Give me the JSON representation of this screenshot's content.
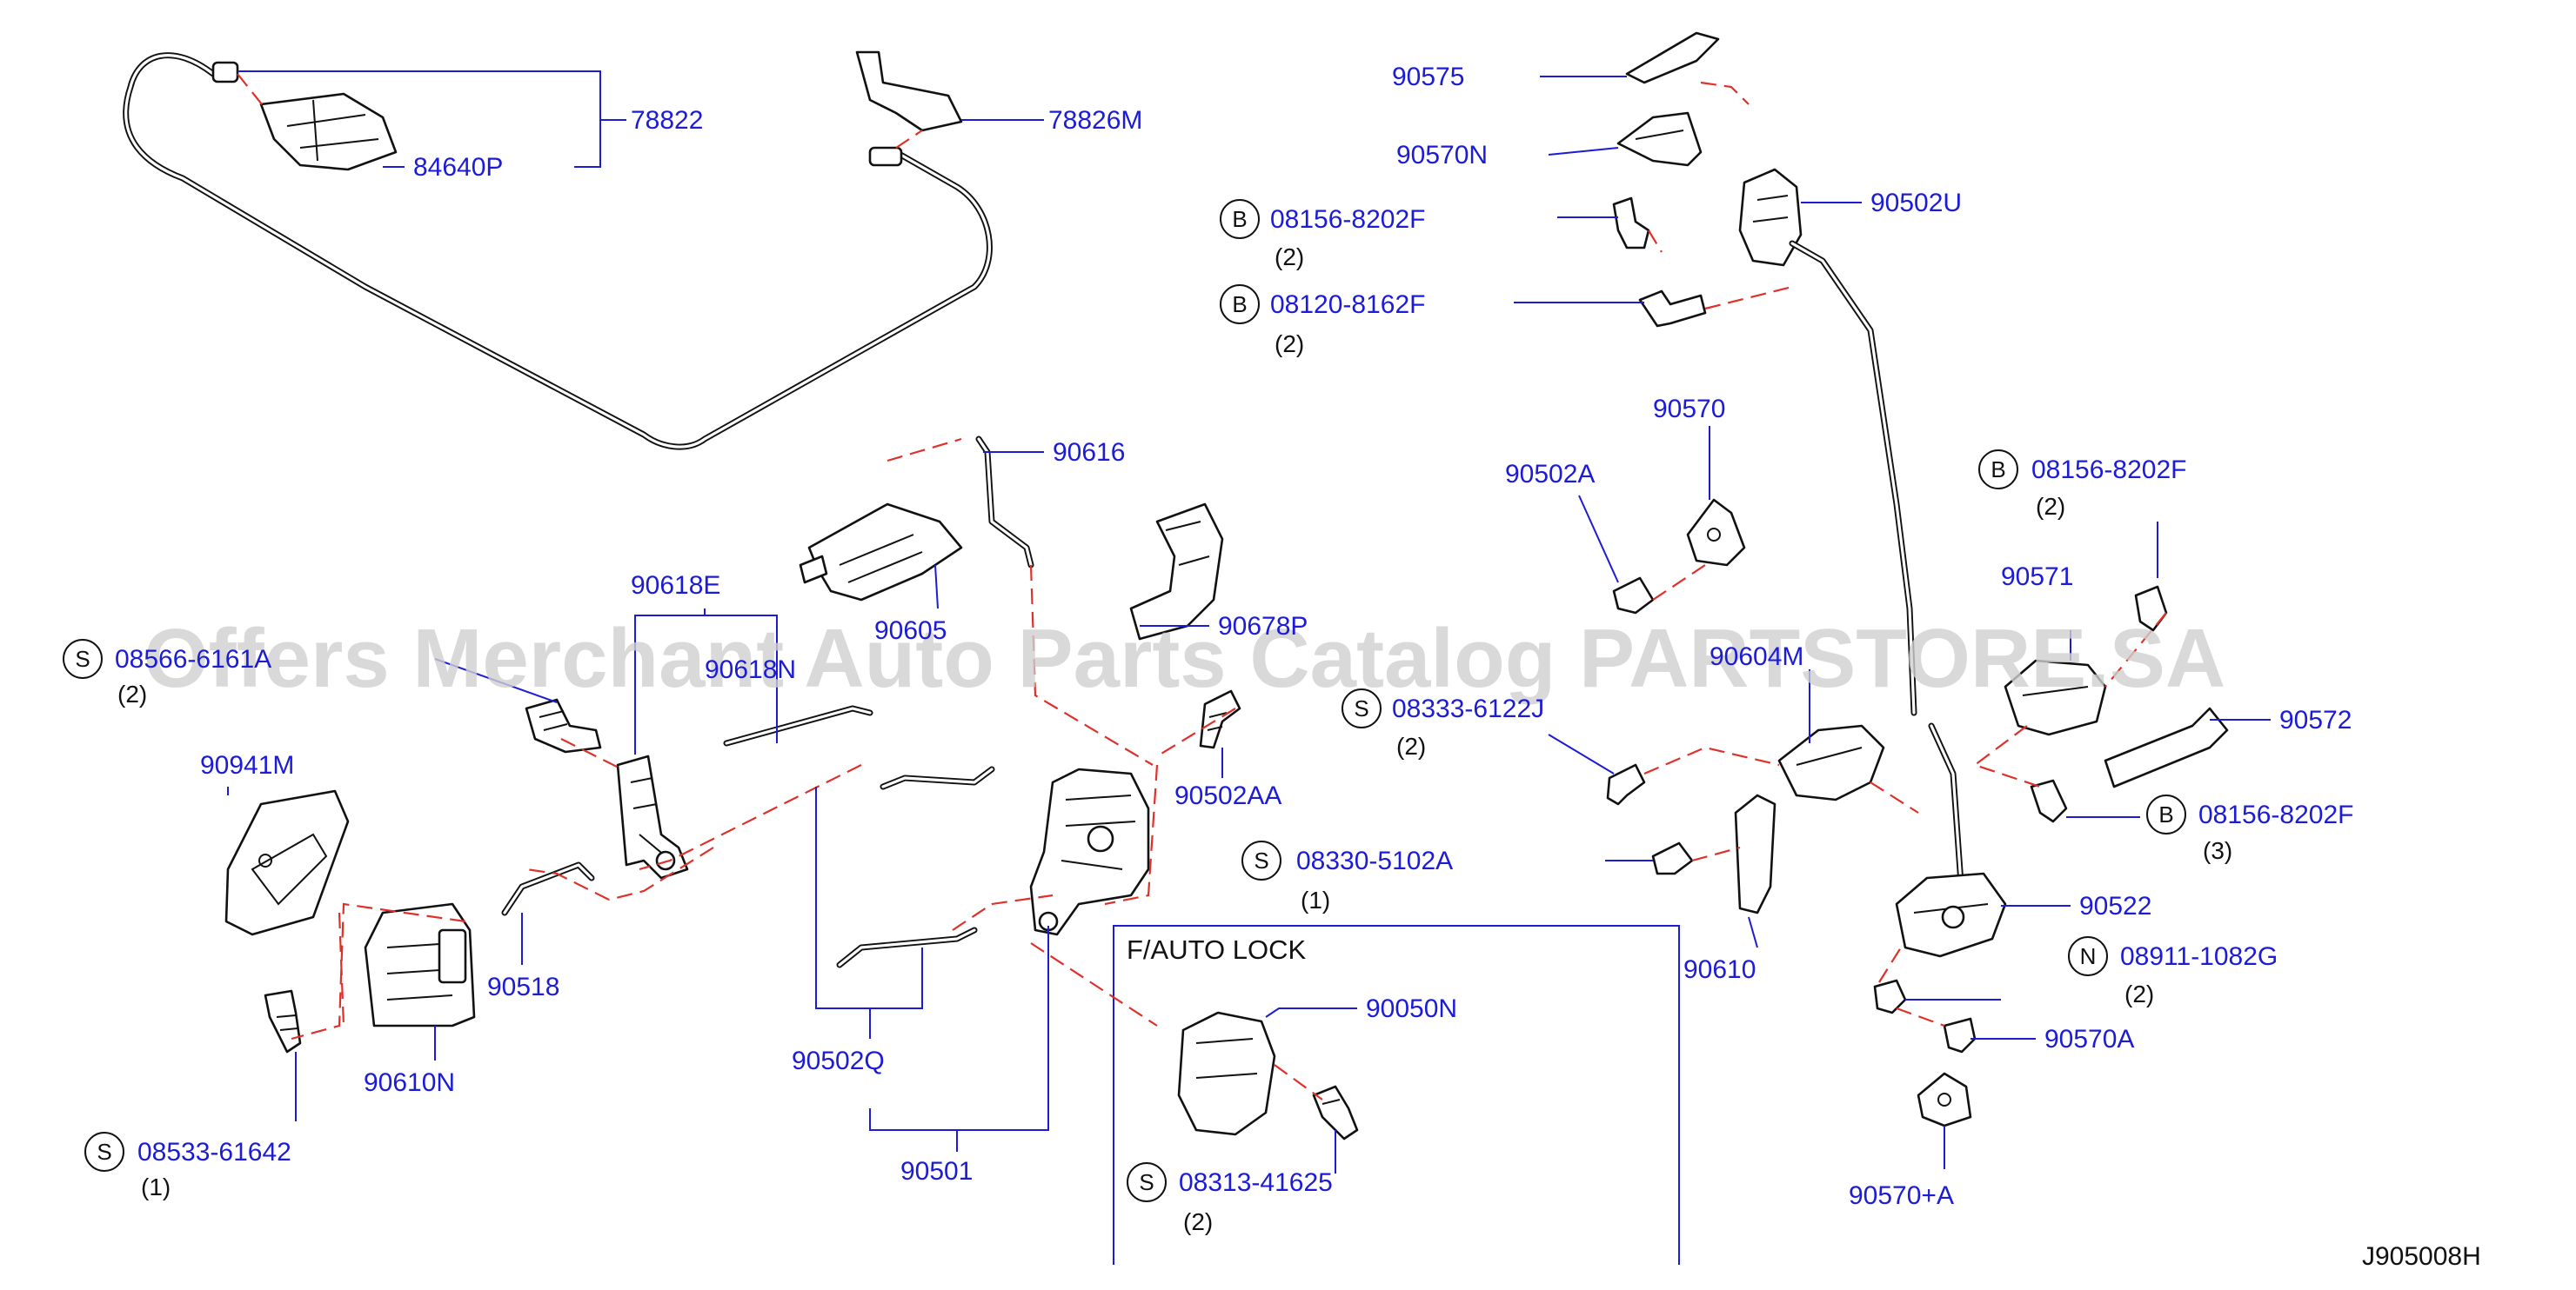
{
  "labels": {
    "p78822": "78822",
    "p84640P": "84640P",
    "p78826M": "78826M",
    "p90616": "90616",
    "p90605": "90605",
    "p90678P": "90678P",
    "p90618E": "90618E",
    "p90618N": "90618N",
    "p90941M": "90941M",
    "p90518": "90518",
    "p90610N": "90610N",
    "p90502Q": "90502Q",
    "p90501": "90501",
    "p90502AA": "90502AA",
    "p90050N": "90050N",
    "p90575": "90575",
    "p90570N": "90570N",
    "p90502U": "90502U",
    "p90570": "90570",
    "p90502A": "90502A",
    "p90604M": "90604M",
    "p90610": "90610",
    "p90571": "90571",
    "p90572": "90572",
    "p90522": "90522",
    "p90570A": "90570A",
    "p90570plusA": "90570+A"
  },
  "fasteners": [
    {
      "badge": "S",
      "part": "08566-6161A",
      "qty": "(2)"
    },
    {
      "badge": "S",
      "part": "08533-61642",
      "qty": "(1)"
    },
    {
      "badge": "S",
      "part": "08330-5102A",
      "qty": "(1)"
    },
    {
      "badge": "S",
      "part": "08313-41625",
      "qty": "(2)"
    },
    {
      "badge": "S",
      "part": "08333-6122J",
      "qty": "(2)"
    },
    {
      "badge": "B",
      "part": "08156-8202F",
      "qty": "(2)"
    },
    {
      "badge": "B",
      "part": "08120-8162F",
      "qty": "(2)"
    },
    {
      "badge": "B",
      "part": "08156-8202F",
      "qty": "(2)"
    },
    {
      "badge": "B",
      "part": "08156-8202F",
      "qty": "(3)"
    },
    {
      "badge": "N",
      "part": "08911-1082G",
      "qty": "(2)"
    }
  ],
  "inset": {
    "title": "F/AUTO   LOCK"
  },
  "diagram_code": "J905008H",
  "watermark": "Offers Merchant Auto Parts Catalog PARTSTORE.SA",
  "colors": {
    "label": "#1c1cd6",
    "leader": "#1c1cd6",
    "dashed": "#e0302a",
    "part": "#111111"
  }
}
